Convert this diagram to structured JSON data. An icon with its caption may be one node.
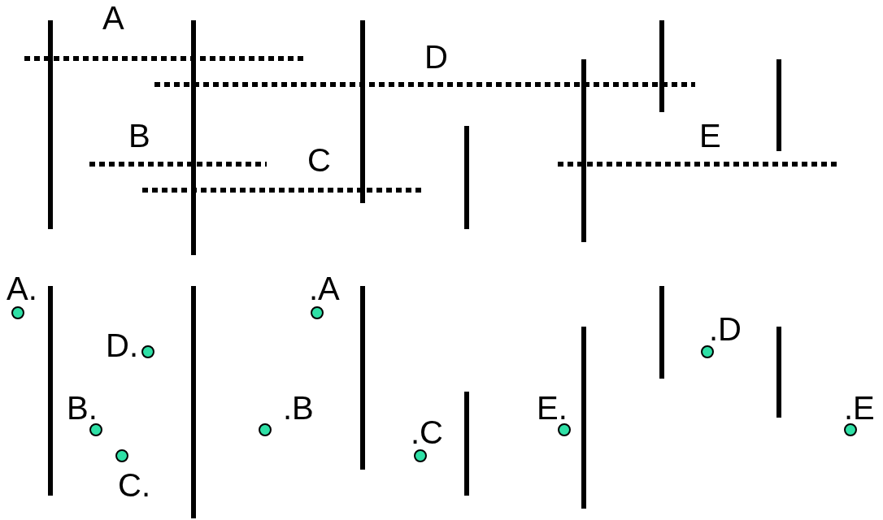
{
  "diagram": {
    "labels": [
      "A",
      "D",
      "B",
      "E",
      "C",
      "A.",
      ".A",
      ".D",
      "D.",
      "B.",
      ".B",
      "E.",
      ".E",
      ".C",
      "C."
    ]
  }
}
